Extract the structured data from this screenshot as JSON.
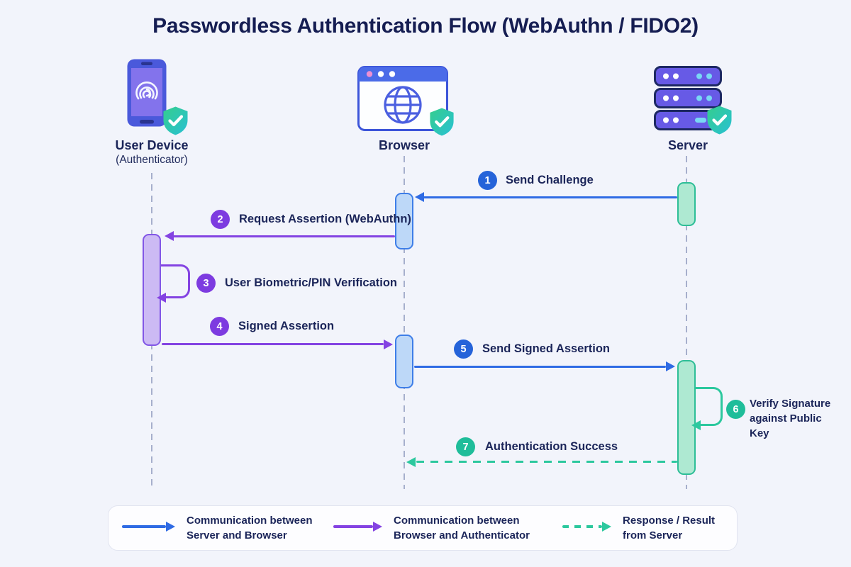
{
  "title": "Passwordless Authentication Flow (WebAuthn / FIDO2)",
  "actors": {
    "user_device": {
      "label": "User Device",
      "sublabel": "(Authenticator)",
      "icon": "smartphone-fingerprint-icon"
    },
    "browser": {
      "label": "Browser",
      "icon": "browser-globe-icon"
    },
    "server": {
      "label": "Server",
      "icon": "server-stack-icon"
    }
  },
  "verified_badge_icon": "shield-check-icon",
  "messages": [
    {
      "num": "1",
      "label": "Send Challenge",
      "from": "Server",
      "to": "Browser",
      "style": "blue-solid"
    },
    {
      "num": "2",
      "label": "Request Assertion (WebAuthn)",
      "from": "Browser",
      "to": "User Device",
      "style": "purple-solid"
    },
    {
      "num": "3",
      "label": "User Biometric/PIN Verification",
      "from": "User Device",
      "to": "User Device",
      "style": "purple-self-loop"
    },
    {
      "num": "4",
      "label": "Signed Assertion",
      "from": "User Device",
      "to": "Browser",
      "style": "purple-solid"
    },
    {
      "num": "5",
      "label": "Send Signed Assertion",
      "from": "Browser",
      "to": "Server",
      "style": "blue-solid"
    },
    {
      "num": "6",
      "label_line1": "Verify Signature",
      "label_line2": "against Public Key",
      "from": "Server",
      "to": "Server",
      "style": "teal-self-loop"
    },
    {
      "num": "7",
      "label": "Authentication Success",
      "from": "Server",
      "to": "Browser",
      "style": "teal-dashed"
    }
  ],
  "legend": [
    {
      "style": "blue-solid",
      "line1": "Communication between",
      "line2": "Server and Browser"
    },
    {
      "style": "purple-solid",
      "line1": "Communication between",
      "line2": "Browser and Authenticator"
    },
    {
      "style": "teal-dashed",
      "line1": "Response / Result",
      "line2": "from Server"
    }
  ],
  "colors": {
    "background": "#f2f4fb",
    "navy_text": "#1b2559",
    "blue_arrow": "#2f6be4",
    "purple_arrow": "#8443e2",
    "teal_arrow": "#2cc89e",
    "badge_blue": "#2563d9",
    "badge_purple": "#7d3be0",
    "badge_teal": "#1fbd9a",
    "activation_blue": "#bdd8f8",
    "activation_purple": "#ccbaf4",
    "activation_teal": "#aee9d2",
    "shield_gradient": [
      "#35ce8d",
      "#28c0d4"
    ]
  }
}
